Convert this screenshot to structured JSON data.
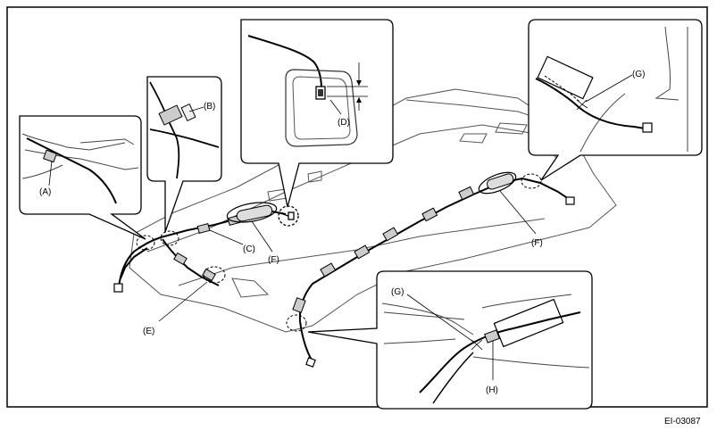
{
  "labels": {
    "A": "(A)",
    "B": "(B)",
    "C": "(C)",
    "D": "(D)",
    "E": "(E)",
    "F1": "(F)",
    "F2": "(F)",
    "G1": "(G)",
    "G2": "(G)",
    "H": "(H)"
  },
  "figure_code": "EI-03087"
}
